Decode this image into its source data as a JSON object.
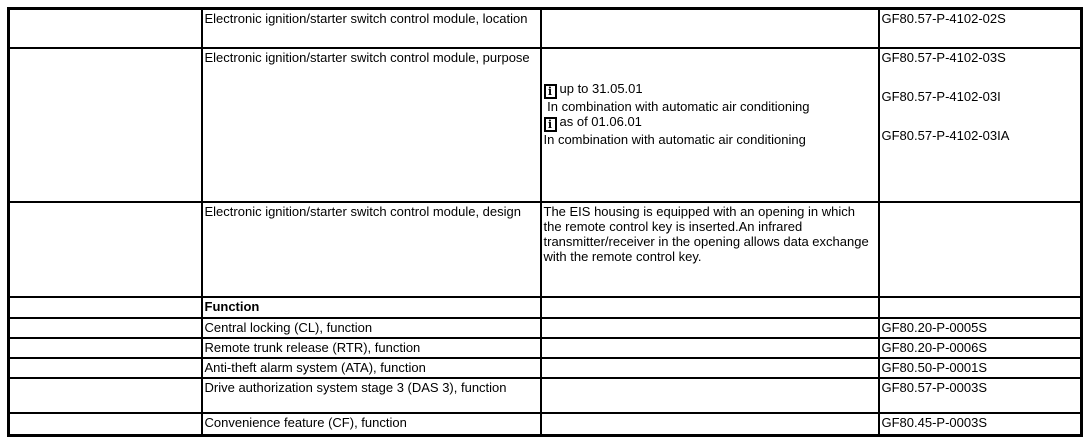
{
  "icons": {
    "info_glyph": "i"
  },
  "table": {
    "rows": [
      {
        "desc": "Electronic ignition/starter switch control module, location",
        "code": "GF80.57-P-4102-02S"
      },
      {
        "desc": "Electronic ignition/starter switch control module, purpose",
        "notes": [
          {
            "label": "up to 31.05.01"
          },
          {
            "text": " In combination with automatic air conditioning"
          },
          {
            "label": "as of 01.06.01"
          },
          {
            "text": "In combination with automatic air conditioning"
          }
        ],
        "codes": [
          "GF80.57-P-4102-03S",
          "GF80.57-P-4102-03I",
          "GF80.57-P-4102-03IA"
        ]
      },
      {
        "desc": "Electronic ignition/starter switch control module, design",
        "detail": "The EIS housing is equipped with an opening in which the remote control key is inserted.An infrared transmitter/receiver in the opening allows data exchange with the remote control key."
      },
      {
        "desc": "Function"
      },
      {
        "desc": "Central locking (CL), function",
        "code": "GF80.20-P-0005S"
      },
      {
        "desc": "Remote trunk release (RTR), function",
        "code": "GF80.20-P-0006S"
      },
      {
        "desc": "Anti-theft alarm system (ATA), function",
        "code": "GF80.50-P-0001S"
      },
      {
        "desc": "Drive authorization system stage 3 (DAS 3), function",
        "code": "GF80.57-P-0003S"
      },
      {
        "desc": "Convenience feature (CF), function",
        "code": "GF80.45-P-0003S"
      }
    ]
  }
}
